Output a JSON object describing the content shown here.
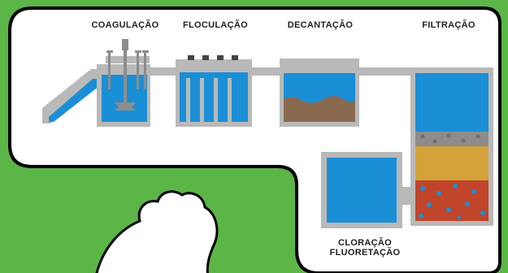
{
  "colors": {
    "background": "#5cb547",
    "panel": "#ffffff",
    "outline": "#000000",
    "water": "#1a8fd6",
    "wall": "#b9b9b9",
    "sludge": "#8a6a4f",
    "gravel": "#8d8c8b",
    "sand": "#d4a23a",
    "clay": "#c0452a"
  },
  "stages": {
    "coagulation": "COAGULAÇÃO",
    "flocculation": "FLOCULAÇÃO",
    "decantation": "DECANTAÇÃO",
    "filtration": "FILTRAÇÃO",
    "chlorination": "CLORAÇÃO",
    "fluoridation": "FLUORETAÇÃO"
  }
}
